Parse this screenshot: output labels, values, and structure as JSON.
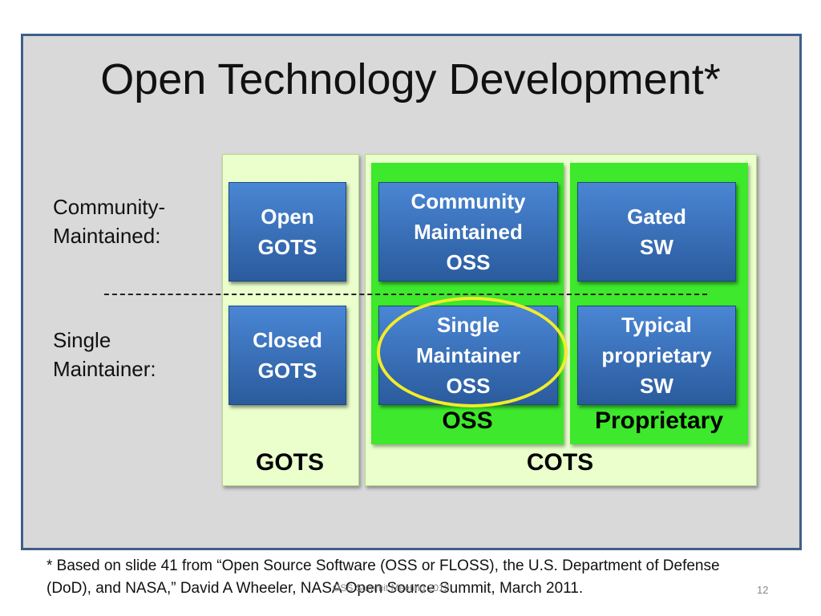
{
  "title": "Open Technology Development*",
  "row_labels": {
    "community": "Community-\nMaintained:",
    "single": "Single\nMaintainer:"
  },
  "boxes": {
    "open_gots": "Open\nGOTS",
    "closed_gots": "Closed\nGOTS",
    "community_oss": "Community\nMaintained\nOSS",
    "single_oss": "Single\nMaintainer\nOSS",
    "gated_sw": "Gated\nSW",
    "typical_proprietary": "Typical\nproprietary\nSW"
  },
  "column_labels": {
    "gots": "GOTS",
    "cots": "COTS",
    "oss": "OSS",
    "proprietary": "Proprietary"
  },
  "footnote": "* Based on slide 41 from “Open Source Software (OSS or FLOSS), the U.S. Department of Defense (DoD), and NASA,” David A Wheeler, NASA Open Source Summit, March 2011.",
  "footer": "OSS Summit Meeting 2012",
  "slide_number": "12",
  "colors": {
    "frame_border": "#3f5f8a",
    "frame_bg": "#d9d9d9",
    "panel_bg": "#eaffcc",
    "green": "#3ee82c",
    "box_blue": "#2f67b1",
    "highlight_yellow": "#f2ec2a"
  }
}
